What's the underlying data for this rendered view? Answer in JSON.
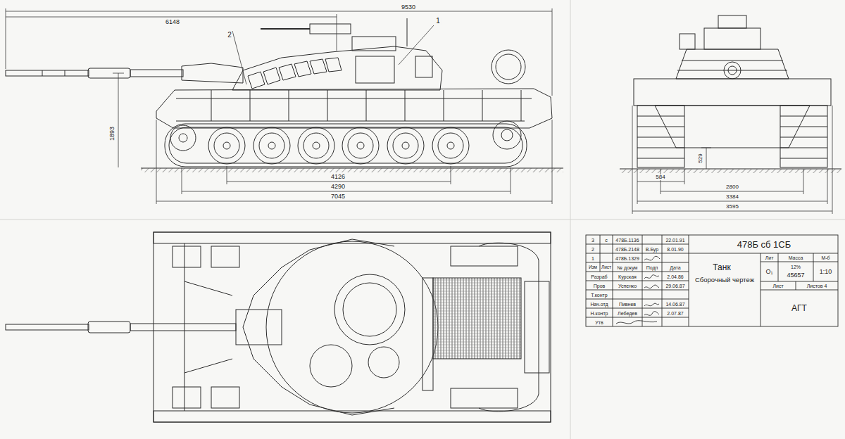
{
  "diagram": {
    "labels": [
      "9530",
      "6148",
      "2",
      "1",
      "1893",
      "4126",
      "4290",
      "7045",
      "529",
      "584",
      "2800",
      "3384",
      "3595",
      "3",
      "с",
      "478Б.1136",
      "22.01.91",
      "2",
      "478Б.2148",
      "В.Бур",
      "8.01.90",
      "1",
      "478Б.1329",
      "Изм",
      "Лист",
      "№ докум",
      "Подп",
      "Дата",
      "Разраб",
      "Курская",
      "2.04.86",
      "Пров",
      "Успенко",
      "29.06.87",
      "Т.контр",
      "Нач.отд",
      "Пивнев",
      "14.06.87",
      "Н.контр",
      "Лебедев",
      "2.07.87",
      "Утв",
      "478Б сб 1СБ",
      "Танк",
      "Сборочный чертеж",
      "Лит",
      "Масса",
      "М-б",
      "О₁",
      "12%",
      "45657",
      "1:10",
      "Лист",
      "Листов 4",
      "АГТ"
    ]
  }
}
